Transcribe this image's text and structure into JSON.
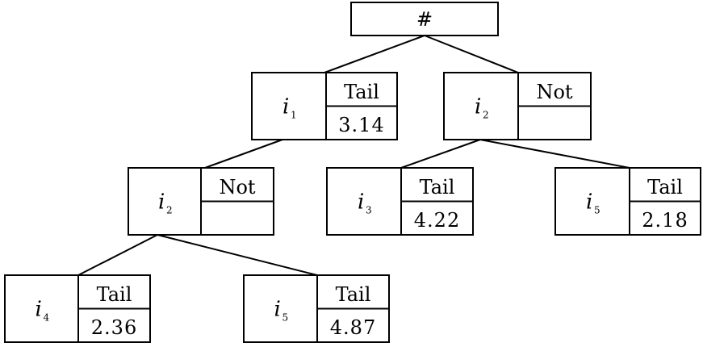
{
  "tree": {
    "root": {
      "label": "#"
    },
    "nodes": [
      {
        "id": "n1",
        "item": "i",
        "index": "1",
        "status": "Tail",
        "value": "3.14"
      },
      {
        "id": "n2",
        "item": "i",
        "index": "2",
        "status": "Not",
        "value": ""
      },
      {
        "id": "n3",
        "item": "i",
        "index": "2",
        "status": "Not",
        "value": ""
      },
      {
        "id": "n4",
        "item": "i",
        "index": "3",
        "status": "Tail",
        "value": "4.22"
      },
      {
        "id": "n5",
        "item": "i",
        "index": "5",
        "status": "Tail",
        "value": "2.18"
      },
      {
        "id": "n6",
        "item": "i",
        "index": "4",
        "status": "Tail",
        "value": "2.36"
      },
      {
        "id": "n7",
        "item": "i",
        "index": "5",
        "status": "Tail",
        "value": "4.87"
      }
    ],
    "edges": [
      [
        "root",
        "n1"
      ],
      [
        "root",
        "n2"
      ],
      [
        "n1",
        "n3"
      ],
      [
        "n2",
        "n4"
      ],
      [
        "n2",
        "n5"
      ],
      [
        "n3",
        "n6"
      ],
      [
        "n3",
        "n7"
      ]
    ]
  }
}
